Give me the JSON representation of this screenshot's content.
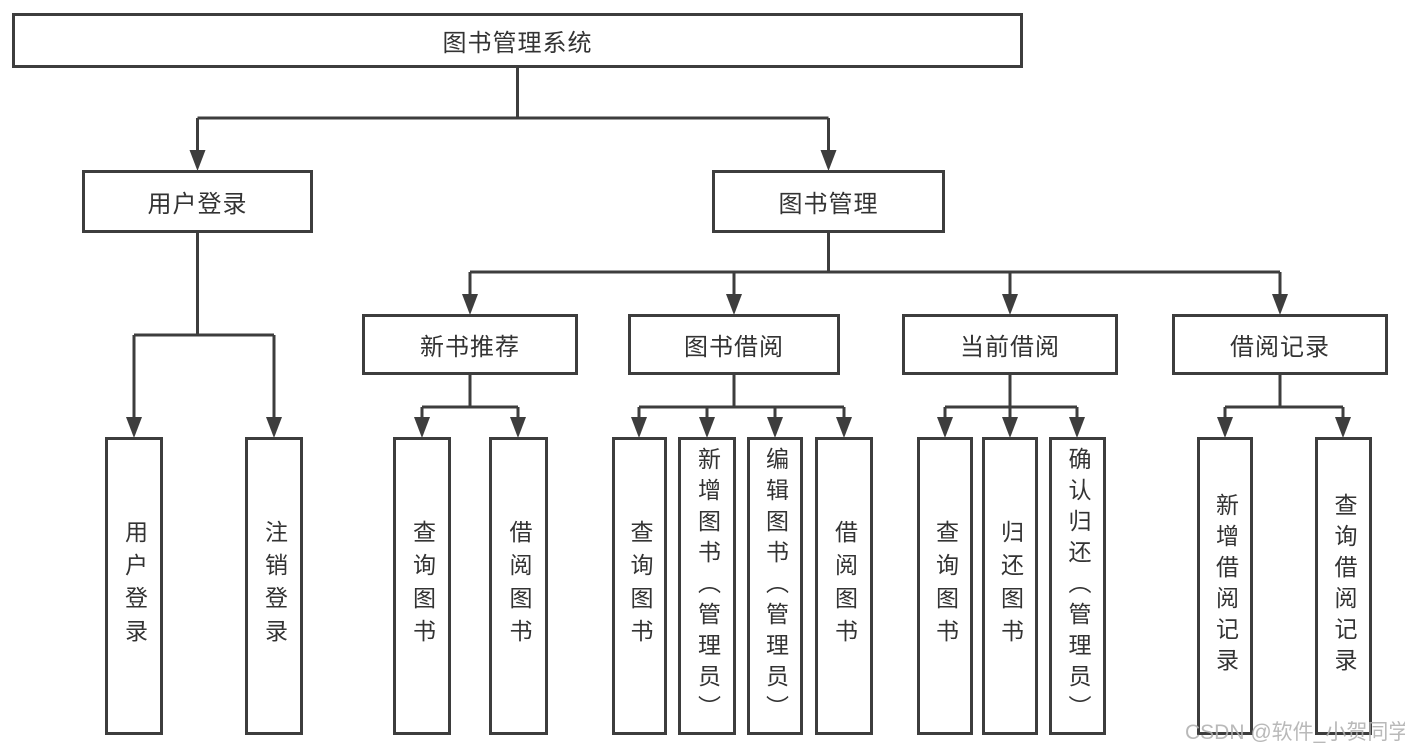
{
  "nodes": {
    "root": "图书管理系统",
    "user_login": "用户登录",
    "book_mgmt": "图书管理",
    "new_book_rec": "新书推荐",
    "book_borrow": "图书借阅",
    "current_borrow": "当前借阅",
    "borrow_records": "借阅记录"
  },
  "leaves": {
    "user_login": "用户登录",
    "logout": "注销登录",
    "rec_query": "查询图书",
    "rec_borrow": "借阅图书",
    "bb_query": "查询图书",
    "bb_add": "新增图书（管理员）",
    "bb_edit": "编辑图书（管理员）",
    "bb_borrow": "借阅图书",
    "cb_query": "查询图书",
    "cb_return": "归还图书",
    "cb_confirm": "确认归还（管理员）",
    "br_add": "新增借阅记录",
    "br_query": "查询借阅记录"
  },
  "hierarchy": {
    "图书管理系统": [
      "用户登录",
      "图书管理"
    ],
    "用户登录": [
      "用户登录",
      "注销登录"
    ],
    "图书管理": [
      "新书推荐",
      "图书借阅",
      "当前借阅",
      "借阅记录"
    ],
    "新书推荐": [
      "查询图书",
      "借阅图书"
    ],
    "图书借阅": [
      "查询图书",
      "新增图书（管理员）",
      "编辑图书（管理员）",
      "借阅图书"
    ],
    "当前借阅": [
      "查询图书",
      "归还图书",
      "确认归还（管理员）"
    ],
    "借阅记录": [
      "新增借阅记录",
      "查询借阅记录"
    ]
  },
  "watermark": "CSDN @软件_小贺同学",
  "colors": {
    "line": "#3d3d3d",
    "ink": "#333333",
    "wm": "#b0b0b0",
    "bg": "#ffffff"
  }
}
